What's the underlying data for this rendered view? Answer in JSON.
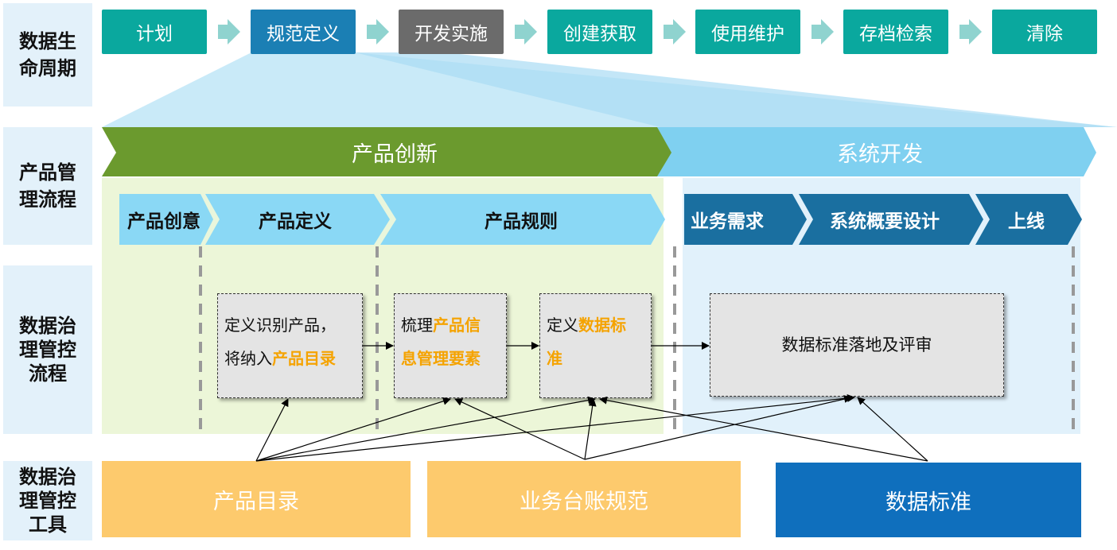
{
  "row_labels": {
    "lifecycle": "数据生\n命周期",
    "product_process": "产品管\n理流程",
    "governance_process": "数据治\n理管控\n流程",
    "governance_tools": "数据治\n理管控\n工具"
  },
  "lifecycle_stages": [
    "计划",
    "规范定义",
    "开发实施",
    "创建获取",
    "使用维护",
    "存档检索",
    "清除"
  ],
  "phase_banners": {
    "product_innovation": "产品创新",
    "system_dev": "系统开发"
  },
  "product_phases": [
    "产品创意",
    "产品定义",
    "产品规则"
  ],
  "system_phases": [
    "业务需求",
    "系统概要设计",
    "上线"
  ],
  "process_boxes": {
    "box1": {
      "line1": "定义识别产品，",
      "line2_pre": "将纳入",
      "line2_hl": "产品目录"
    },
    "box2": {
      "line1_pre": "梳理",
      "line1_hl": "产品信",
      "line2_hl": "息管理要素"
    },
    "box3": {
      "line1_pre": "定义",
      "line1_hl": "数据标",
      "line2_hl": "准"
    },
    "box4": {
      "text": "数据标准落地及评审"
    }
  },
  "tools": [
    "产品目录",
    "业务台账规范",
    "数据标准"
  ],
  "colors": {
    "teal": "#0aa89e",
    "stage_active": "#1b7fb4",
    "stage_current": "#6b6b6b",
    "green_banner": "#6b9a2e",
    "light_blue_banner": "#7fd0f0",
    "green_bg": "#ecf6d8",
    "blue_bg": "#e1f1fb",
    "phase_light": "#8ad8f5",
    "phase_dark": "#1a6fa0",
    "tool_yellow": "#fdca6d",
    "tool_blue": "#0f6fbd",
    "highlight": "#f5a300"
  }
}
